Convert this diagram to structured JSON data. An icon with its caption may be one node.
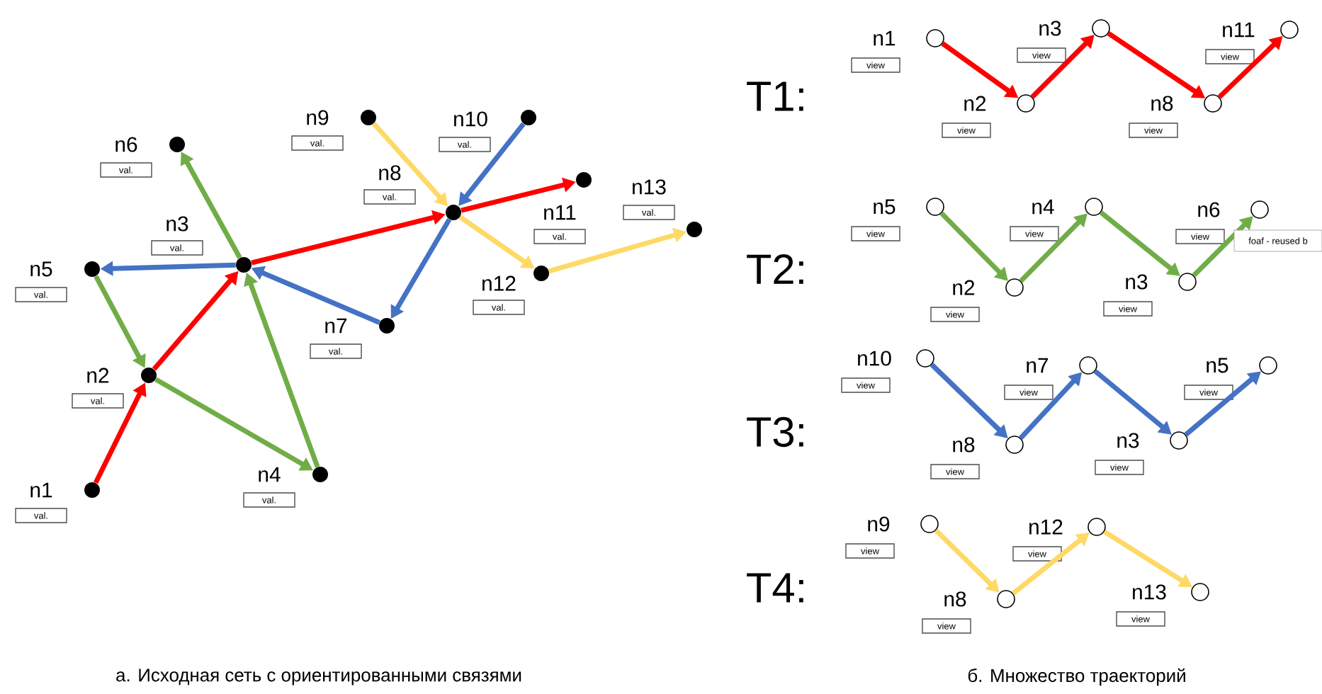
{
  "diagram": {
    "nodes": [
      {
        "text": [],
        "shape": "circle",
        "beside": [
          "n1",
          "val."
        ]
      },
      {
        "text": [],
        "shape": "circle",
        "beside": [
          "n2",
          "val."
        ]
      },
      {
        "text": [],
        "shape": "circle",
        "beside": [
          "n3",
          "val."
        ]
      },
      {
        "text": [],
        "shape": "circle",
        "beside": [
          "n4",
          "val."
        ]
      },
      {
        "text": [],
        "shape": "circle",
        "beside": [
          "n5",
          "val."
        ]
      },
      {
        "text": [],
        "shape": "circle",
        "beside": [
          "n6",
          "val."
        ]
      },
      {
        "text": [],
        "shape": "circle",
        "beside": [
          "n7",
          "val."
        ]
      },
      {
        "text": [],
        "shape": "circle",
        "beside": [
          "n8",
          "val."
        ]
      },
      {
        "text": [],
        "shape": "circle",
        "beside": [
          "n9",
          "val."
        ]
      },
      {
        "text": [],
        "shape": "circle",
        "beside": [
          "n10",
          "val."
        ]
      },
      {
        "text": [],
        "shape": "circle",
        "beside": [
          "n11",
          "val."
        ]
      },
      {
        "text": [],
        "shape": "circle",
        "beside": [
          "n12",
          "val."
        ]
      },
      {
        "text": [],
        "shape": "circle",
        "beside": [
          "n13",
          "val."
        ]
      },
      {
        "text": [],
        "shape": "circle",
        "beside": [
          "n1",
          "view"
        ]
      },
      {
        "text": [],
        "shape": "circle",
        "beside": [
          "n2",
          "view"
        ]
      },
      {
        "text": [],
        "shape": "circle",
        "beside": [
          "n3",
          "view"
        ]
      },
      {
        "text": [],
        "shape": "circle",
        "beside": [
          "n8",
          "view"
        ]
      },
      {
        "text": [],
        "shape": "circle",
        "beside": [
          "n11",
          "view"
        ]
      },
      {
        "text": [],
        "shape": "circle",
        "beside": [
          "n5",
          "view"
        ]
      },
      {
        "text": [],
        "shape": "circle",
        "beside": [
          "n2",
          "view"
        ]
      },
      {
        "text": [],
        "shape": "circle",
        "beside": [
          "n4",
          "view"
        ]
      },
      {
        "text": [],
        "shape": "circle",
        "beside": [
          "n3",
          "view"
        ]
      },
      {
        "text": [],
        "shape": "circle",
        "beside": [
          "n6",
          "view"
        ]
      },
      {
        "text": [],
        "shape": "circle",
        "beside": [
          "n10",
          "view"
        ]
      },
      {
        "text": [],
        "shape": "circle",
        "beside": [
          "n8",
          "view"
        ]
      },
      {
        "text": [],
        "shape": "circle",
        "beside": [
          "n7",
          "view"
        ]
      },
      {
        "text": [],
        "shape": "circle",
        "beside": [
          "n3",
          "view"
        ]
      },
      {
        "text": [],
        "shape": "circle",
        "beside": [
          "n5",
          "view"
        ]
      },
      {
        "text": [],
        "shape": "circle",
        "beside": [
          "n9",
          "view"
        ]
      },
      {
        "text": [],
        "shape": "circle",
        "beside": [
          "n8",
          "view"
        ]
      },
      {
        "text": [],
        "shape": "circle",
        "beside": [
          "n12",
          "view"
        ]
      },
      {
        "text": [],
        "shape": "circle",
        "beside": [
          "n13",
          "view"
        ]
      }
    ],
    "edges": [
      {
        "from": 0,
        "to": 1,
        "arrow": "to",
        "color": "#ff0000"
      },
      {
        "from": 1,
        "to": 2,
        "arrow": "to",
        "color": "#ff0000"
      },
      {
        "from": 2,
        "to": 7,
        "arrow": "to",
        "color": "#ff0000"
      },
      {
        "from": 7,
        "to": 10,
        "arrow": "to",
        "color": "#ff0000"
      },
      {
        "from": 4,
        "to": 1,
        "arrow": "to",
        "color": "#70ad47"
      },
      {
        "from": 1,
        "to": 3,
        "arrow": "to",
        "color": "#70ad47"
      },
      {
        "from": 3,
        "to": 2,
        "arrow": "to",
        "color": "#70ad47"
      },
      {
        "from": 2,
        "to": 5,
        "arrow": "to",
        "color": "#70ad47"
      },
      {
        "from": 9,
        "to": 7,
        "arrow": "to",
        "color": "#4472c4"
      },
      {
        "from": 7,
        "to": 6,
        "arrow": "to",
        "color": "#4472c4"
      },
      {
        "from": 6,
        "to": 2,
        "arrow": "to",
        "color": "#4472c4"
      },
      {
        "from": 2,
        "to": 4,
        "arrow": "to",
        "color": "#4472c4"
      },
      {
        "from": 8,
        "to": 7,
        "arrow": "to",
        "color": "#ffd966"
      },
      {
        "from": 7,
        "to": 11,
        "arrow": "to",
        "color": "#ffd966"
      },
      {
        "from": 11,
        "to": 12,
        "arrow": "to",
        "color": "#ffd966"
      },
      {
        "from": 13,
        "to": 14,
        "arrow": "to",
        "color": "#ff0000"
      },
      {
        "from": 14,
        "to": 15,
        "arrow": "to",
        "color": "#ff0000"
      },
      {
        "from": 15,
        "to": 16,
        "arrow": "to",
        "color": "#ff0000"
      },
      {
        "from": 16,
        "to": 17,
        "arrow": "to",
        "color": "#ff0000"
      },
      {
        "from": 18,
        "to": 19,
        "arrow": "to",
        "color": "#70ad47"
      },
      {
        "from": 19,
        "to": 20,
        "arrow": "to",
        "color": "#70ad47"
      },
      {
        "from": 20,
        "to": 21,
        "arrow": "to",
        "color": "#70ad47"
      },
      {
        "from": 21,
        "to": 22,
        "arrow": "to",
        "color": "#70ad47"
      },
      {
        "from": 23,
        "to": 24,
        "arrow": "to",
        "color": "#4472c4"
      },
      {
        "from": 24,
        "to": 25,
        "arrow": "to",
        "color": "#4472c4"
      },
      {
        "from": 25,
        "to": 26,
        "arrow": "to",
        "color": "#4472c4"
      },
      {
        "from": 26,
        "to": 27,
        "arrow": "to",
        "color": "#4472c4"
      },
      {
        "from": 28,
        "to": 29,
        "arrow": "to",
        "color": "#ffd966"
      },
      {
        "from": 29,
        "to": 30,
        "arrow": "to",
        "color": "#ffd966"
      },
      {
        "from": 30,
        "to": 31,
        "arrow": "to",
        "color": "#ffd966"
      }
    ],
    "labels": [
      "T1:",
      "T2:",
      "foaf - reused b",
      "T3:",
      "T4:",
      "а. Исходная сеть с ориентированными связями",
      "б. Множество траекторий"
    ]
  }
}
